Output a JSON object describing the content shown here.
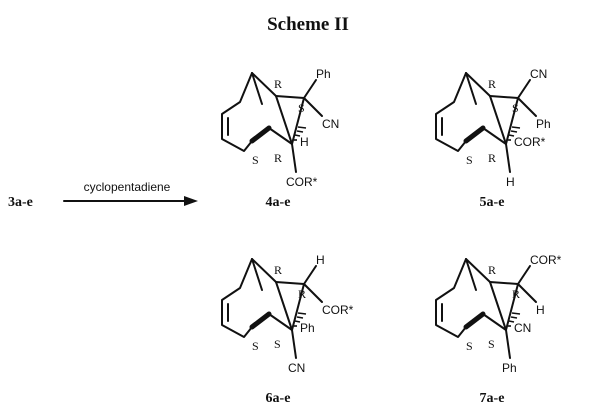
{
  "scheme_title": "Scheme II",
  "reaction": {
    "reactant": "3a-e",
    "reagent": "cyclopentadiene"
  },
  "structures": [
    {
      "label": "4a-e",
      "config_left": "R",
      "config_right": "S",
      "config_bottom_left": "S",
      "config_bottom_right": "R",
      "top_sub": "Ph",
      "right_sub": "CN",
      "small_sub": "H",
      "bottom_sub": "COR*"
    },
    {
      "label": "5a-e",
      "config_left": "R",
      "config_right": "S",
      "config_bottom_left": "S",
      "config_bottom_right": "R",
      "top_sub": "CN",
      "right_sub": "Ph",
      "small_sub": "COR*",
      "bottom_sub": "H"
    },
    {
      "label": "6a-e",
      "config_left": "R",
      "config_right": "R",
      "config_bottom_left": "S",
      "config_bottom_right": "S",
      "top_sub": "H",
      "right_sub": "COR*",
      "small_sub": "Ph",
      "bottom_sub": "CN"
    },
    {
      "label": "7a-e",
      "config_left": "R",
      "config_right": "R",
      "config_bottom_left": "S",
      "config_bottom_right": "S",
      "top_sub": "COR*",
      "right_sub": "H",
      "small_sub": "CN",
      "bottom_sub": "Ph"
    }
  ]
}
